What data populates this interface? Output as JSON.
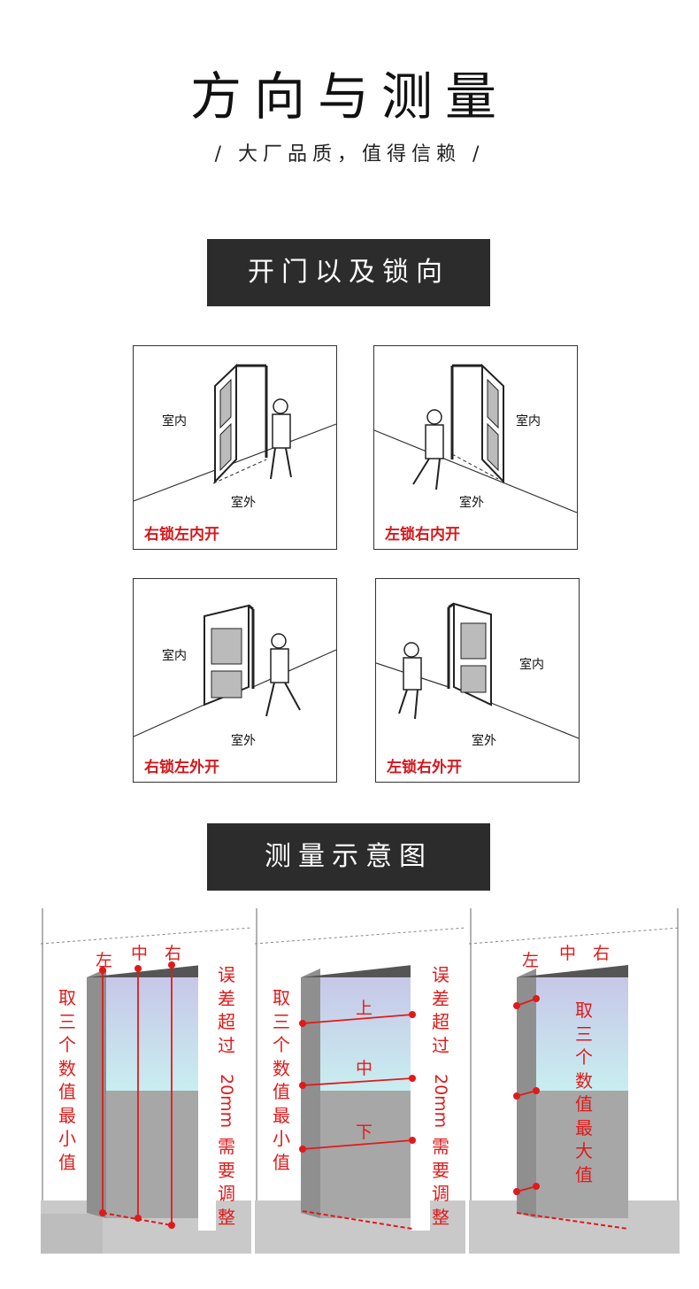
{
  "header": {
    "title": "方向与测量",
    "subtitle": "/ 大厂品质，值得信赖 /"
  },
  "section1": {
    "title": "开门以及锁向",
    "panels": [
      {
        "indoor": "室内",
        "outdoor": "室外",
        "label": "右锁左内开"
      },
      {
        "indoor": "室内",
        "outdoor": "室外",
        "label": "左锁右内开"
      },
      {
        "indoor": "室内",
        "outdoor": "室外",
        "label": "右锁左外开"
      },
      {
        "indoor": "室内",
        "outdoor": "室外",
        "label": "左锁右外开"
      }
    ]
  },
  "section2": {
    "title": "测量示意图",
    "width_panel": {
      "left": "左",
      "middle": "中",
      "right": "右",
      "note_left": "取三个数值最小值",
      "note_right_a": "误差超过",
      "note_right_b": "20mm",
      "note_right_c": "需要调整"
    },
    "height_panel": {
      "top": "上",
      "middle": "中",
      "bottom": "下",
      "note_left": "取三个数值最小值",
      "note_right_a": "误差超过",
      "note_right_b": "20mm",
      "note_right_c": "需要调整"
    },
    "depth_panel": {
      "left": "左",
      "middle": "中",
      "right": "右",
      "note": "取三个数值最大值"
    }
  },
  "colors": {
    "accent_red": "#e01a1a",
    "label_red": "#d5181c",
    "bar_bg": "#2c2c2c"
  }
}
